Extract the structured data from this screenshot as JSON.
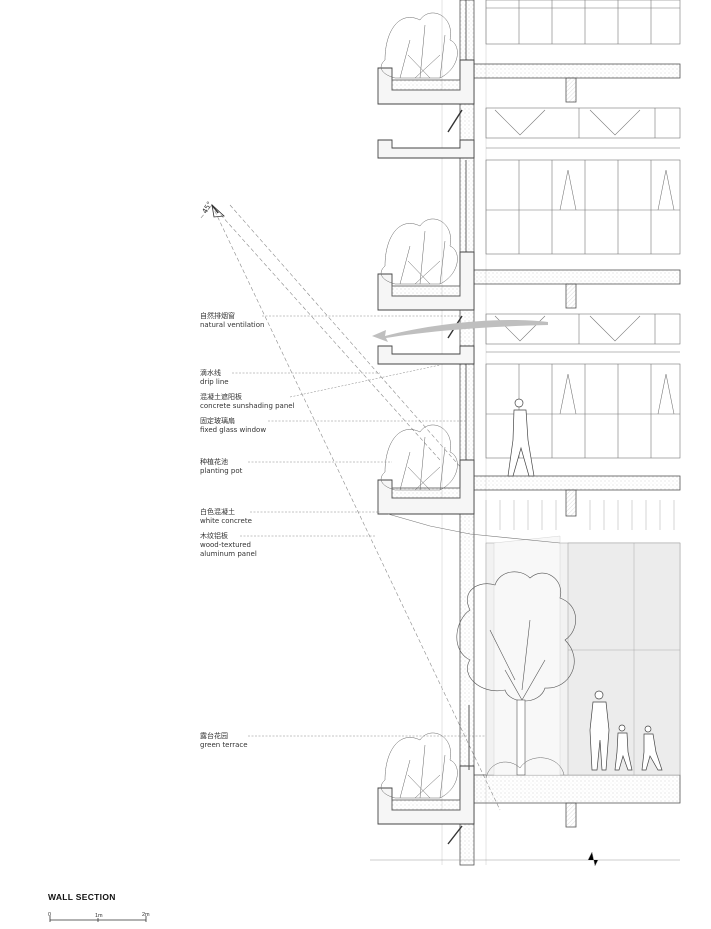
{
  "drawing_title": "WALL SECTION",
  "angle_label": "45°",
  "scale_bar": {
    "ticks": [
      "0",
      "1m",
      "2m"
    ]
  },
  "annotations": [
    {
      "zh": "自然排烟窗",
      "en": [
        "natural ventilation"
      ]
    },
    {
      "zh": "滴水线",
      "en": [
        "drip line"
      ]
    },
    {
      "zh": "混凝土遮阳板",
      "en": [
        "concrete sunshading panel"
      ]
    },
    {
      "zh": "固定玻璃扇",
      "en": [
        "fixed glass window"
      ]
    },
    {
      "zh": "种植花池",
      "en": [
        "planting pot"
      ]
    },
    {
      "zh": "白色混凝土",
      "en": [
        "white concrete"
      ]
    },
    {
      "zh": "木纹铝板",
      "en": [
        "wood-textured",
        "aluminum panel"
      ]
    },
    {
      "zh": "露台花园",
      "en": [
        "green terrace"
      ]
    }
  ],
  "colors": {
    "line": "#555555",
    "hatch": "#9a9a9a",
    "fill_light": "#eeeeee",
    "leader": "#888888"
  }
}
